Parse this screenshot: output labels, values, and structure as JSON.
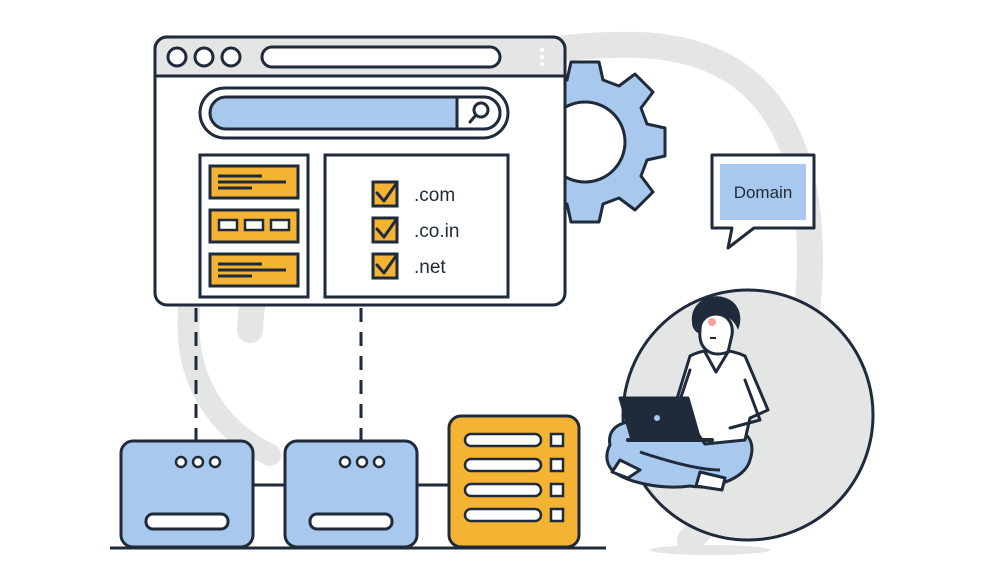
{
  "colors": {
    "outline": "#1f2a3a",
    "blue": "#a9c8ee",
    "orange": "#f5b333",
    "gray": "#e3e6e4",
    "white": "#ffffff"
  },
  "checklist": [
    {
      "label": ".com",
      "checked": true
    },
    {
      "label": ".co.in",
      "checked": true
    },
    {
      "label": ".net",
      "checked": true
    }
  ],
  "bubble": {
    "label": "Domain"
  },
  "icons": {
    "search": "magnifier-icon",
    "gear": "gear-icon",
    "check": "checkbox-checked-icon"
  }
}
